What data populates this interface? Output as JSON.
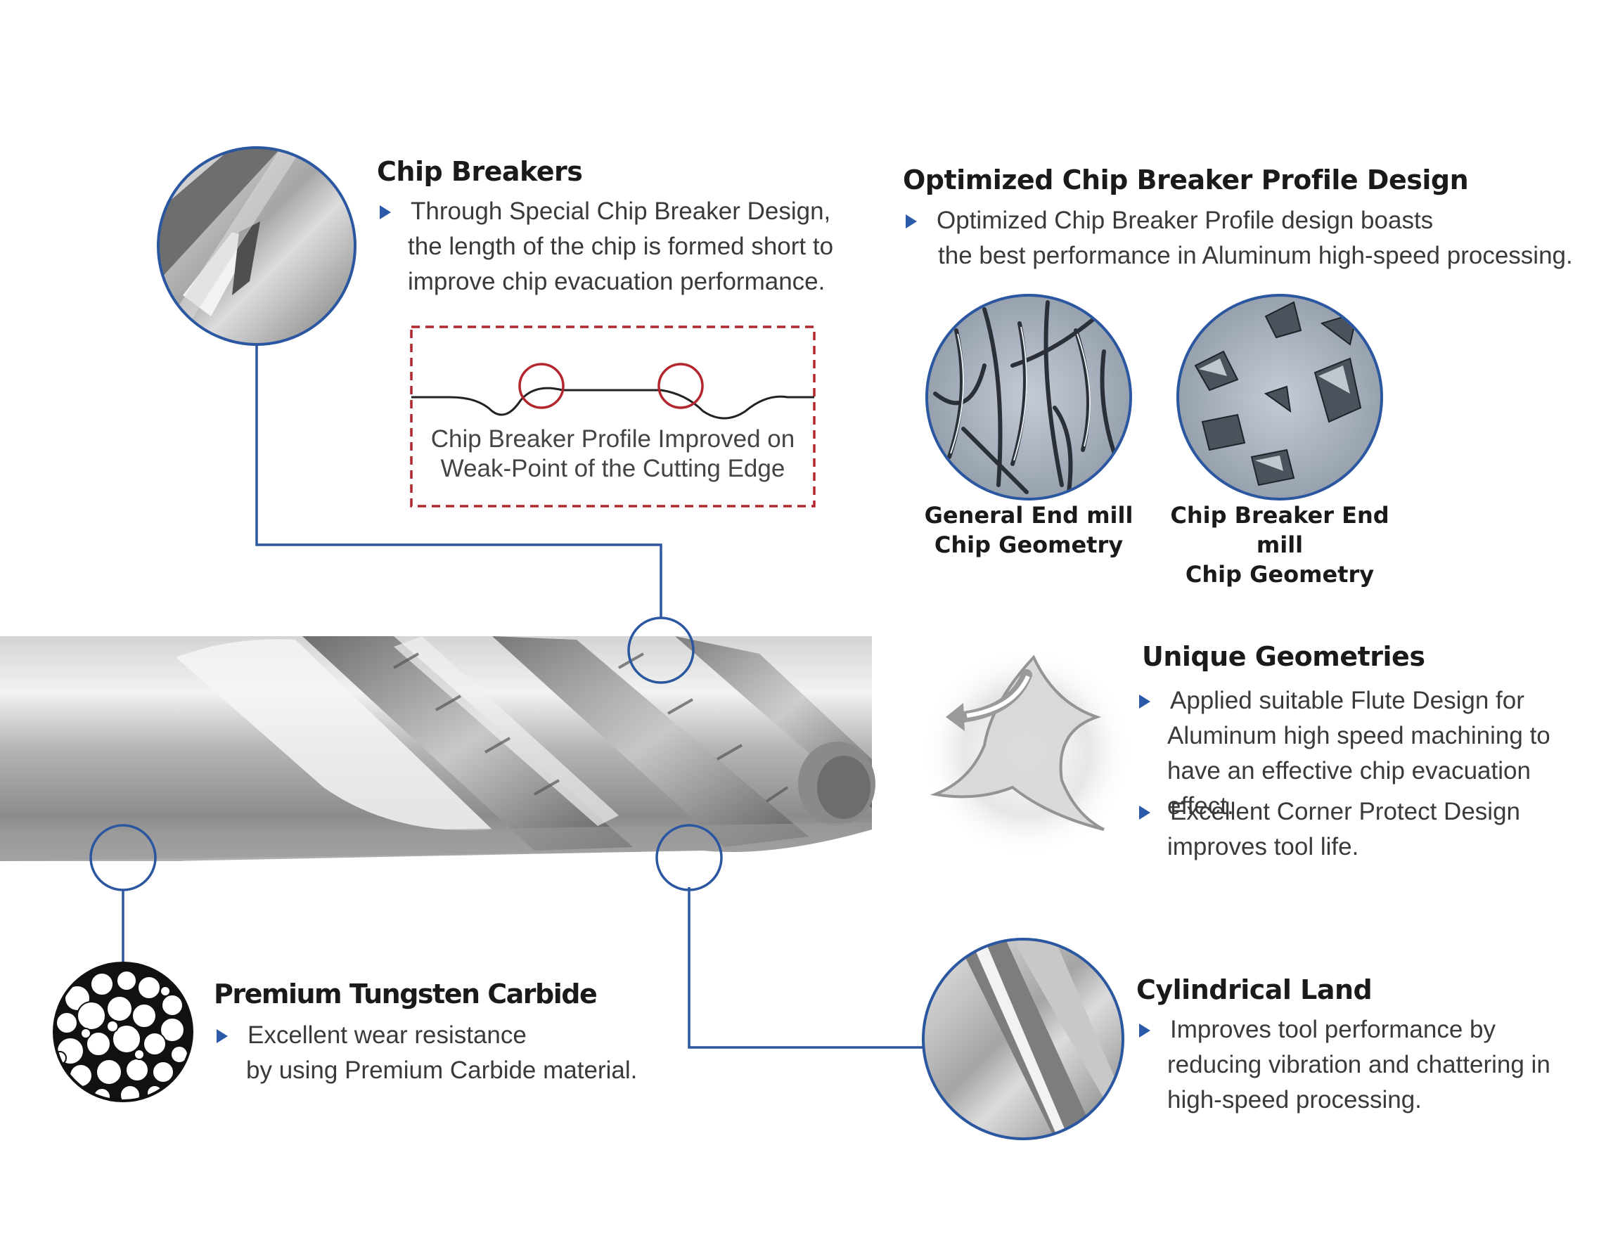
{
  "sections": {
    "chip_breakers": {
      "title": "Chip Breakers",
      "lines": [
        "Through Special Chip Breaker Design,",
        "the length of the chip is formed short to",
        "improve chip evacuation performance."
      ]
    },
    "profile_box": {
      "caption_lines": [
        "Chip Breaker Profile Improved on",
        "Weak-Point of the Cutting Edge"
      ]
    },
    "optimized_profile": {
      "title": "Optimized Chip Breaker Profile Design",
      "lines": [
        "Optimized Chip Breaker Profile design boasts",
        "the best performance in Aluminum high-speed processing."
      ]
    },
    "chip_general": {
      "caption_lines": [
        "General End mill",
        "Chip Geometry"
      ]
    },
    "chip_breaker": {
      "caption_lines": [
        "Chip Breaker End mill",
        "Chip Geometry"
      ]
    },
    "unique_geometries": {
      "title": "Unique Geometries",
      "bullet1": [
        "Applied suitable Flute Design for",
        "Aluminum high speed machining to",
        "have an effective chip evacuation effect."
      ],
      "bullet2": [
        "Excellent Corner Protect Design",
        "improves tool life."
      ]
    },
    "tungsten": {
      "title": "Premium Tungsten Carbide",
      "lines": [
        "Excellent wear resistance",
        "by using Premium Carbide material."
      ]
    },
    "cylindrical_land": {
      "title": "Cylindrical Land",
      "lines": [
        "Improves tool performance by",
        "reducing vibration and chattering in",
        "high-speed processing."
      ]
    }
  },
  "colors": {
    "accent_blue": "#2a5aa8",
    "callout_blue": "#2b56a0",
    "dashed_red": "#b3262e"
  },
  "icons": [
    "bullet-triangle-icon"
  ]
}
